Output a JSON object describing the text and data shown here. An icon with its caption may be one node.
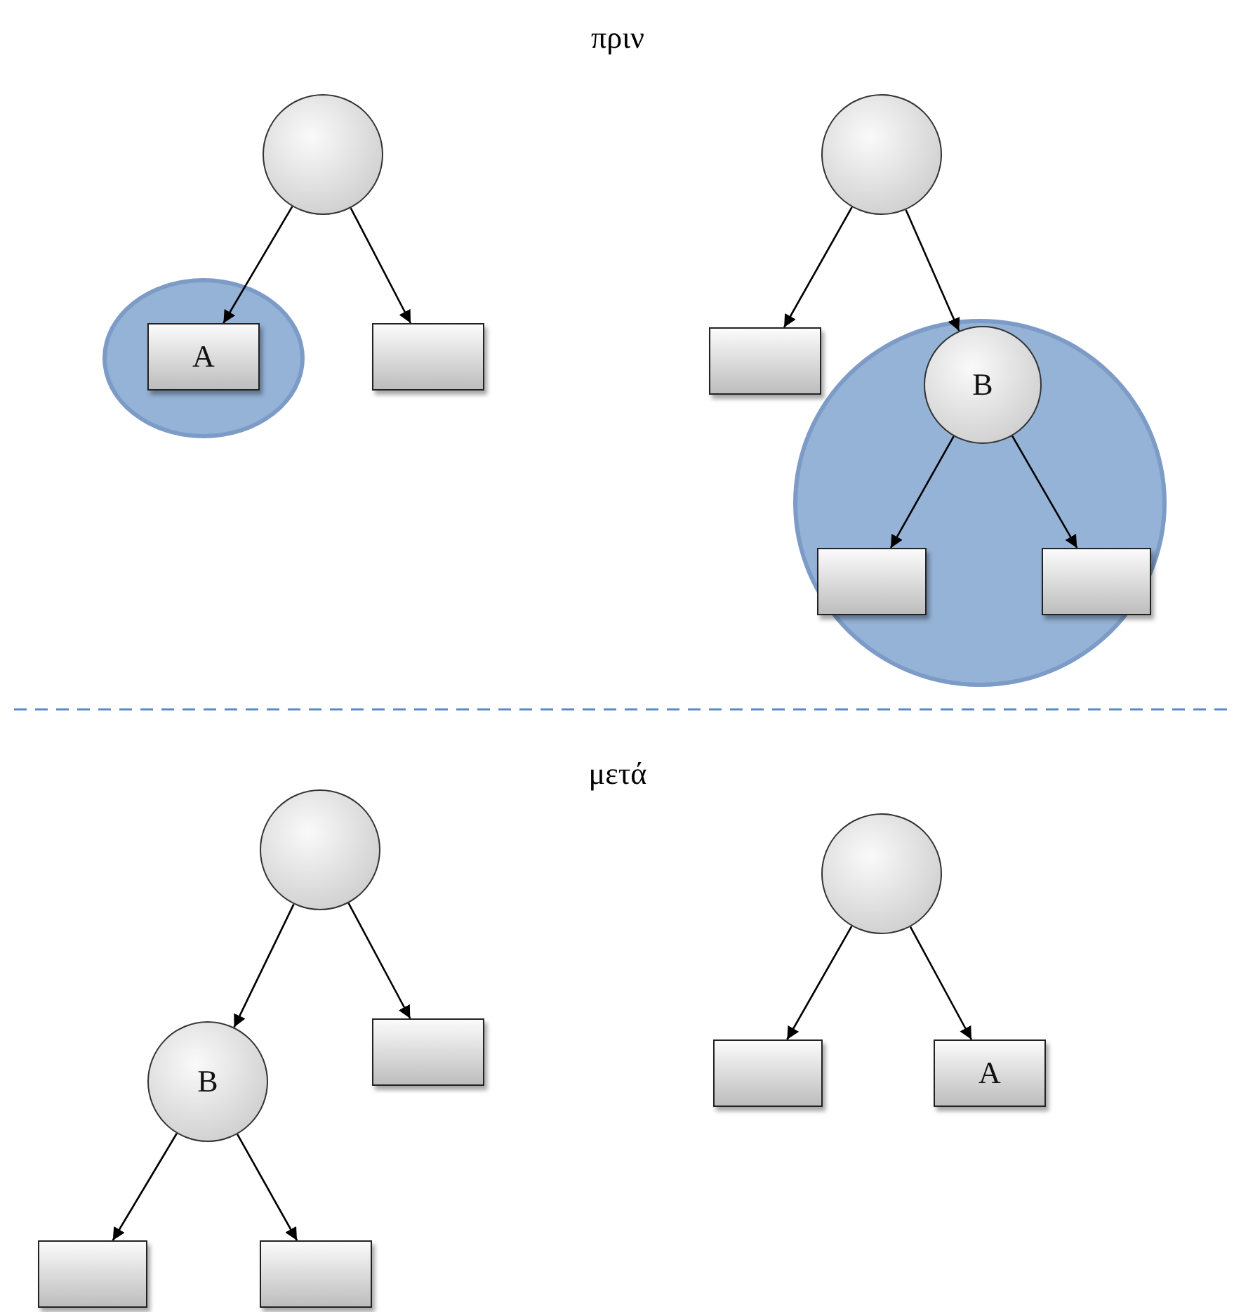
{
  "diagram": {
    "nodes": [
      {
        "text": [],
        "shape": "circle"
      },
      {
        "text": [],
        "shape": "circle"
      },
      {
        "text": [
          "A"
        ],
        "in": 1
      },
      {
        "text": [],
        "shape": "box"
      },
      {
        "text": [],
        "shape": "circle"
      },
      {
        "text": [],
        "shape": "box"
      },
      {
        "text": [],
        "shape": "circle"
      },
      {
        "text": [
          "B"
        ],
        "in": 6
      },
      {
        "text": [],
        "shape": "box",
        "in": 6
      },
      {
        "text": [],
        "shape": "box",
        "in": 6
      },
      {
        "text": [],
        "shape": "circle"
      },
      {
        "text": [
          "B"
        ]
      },
      {
        "text": [],
        "shape": "box"
      },
      {
        "text": [],
        "shape": "box"
      },
      {
        "text": [],
        "shape": "box"
      },
      {
        "text": [],
        "shape": "circle"
      },
      {
        "text": [],
        "shape": "box"
      },
      {
        "text": [
          "A"
        ]
      }
    ],
    "edges": [
      {
        "from": 0,
        "to": 2,
        "arrow": "to"
      },
      {
        "from": 0,
        "to": 3,
        "arrow": "to"
      },
      {
        "from": 4,
        "to": 5,
        "arrow": "to"
      },
      {
        "from": 4,
        "to": 7,
        "arrow": "to"
      },
      {
        "from": 7,
        "to": 8,
        "arrow": "to"
      },
      {
        "from": 7,
        "to": 9,
        "arrow": "to"
      },
      {
        "from": 10,
        "to": 11,
        "arrow": "to"
      },
      {
        "from": 10,
        "to": 12,
        "arrow": "to"
      },
      {
        "from": 11,
        "to": 13,
        "arrow": "to"
      },
      {
        "from": 11,
        "to": 14,
        "arrow": "to"
      },
      {
        "from": 15,
        "to": 16,
        "arrow": "to"
      },
      {
        "from": 15,
        "to": 17,
        "arrow": "to"
      }
    ],
    "labels": [
      "πριν",
      "μετά"
    ]
  }
}
